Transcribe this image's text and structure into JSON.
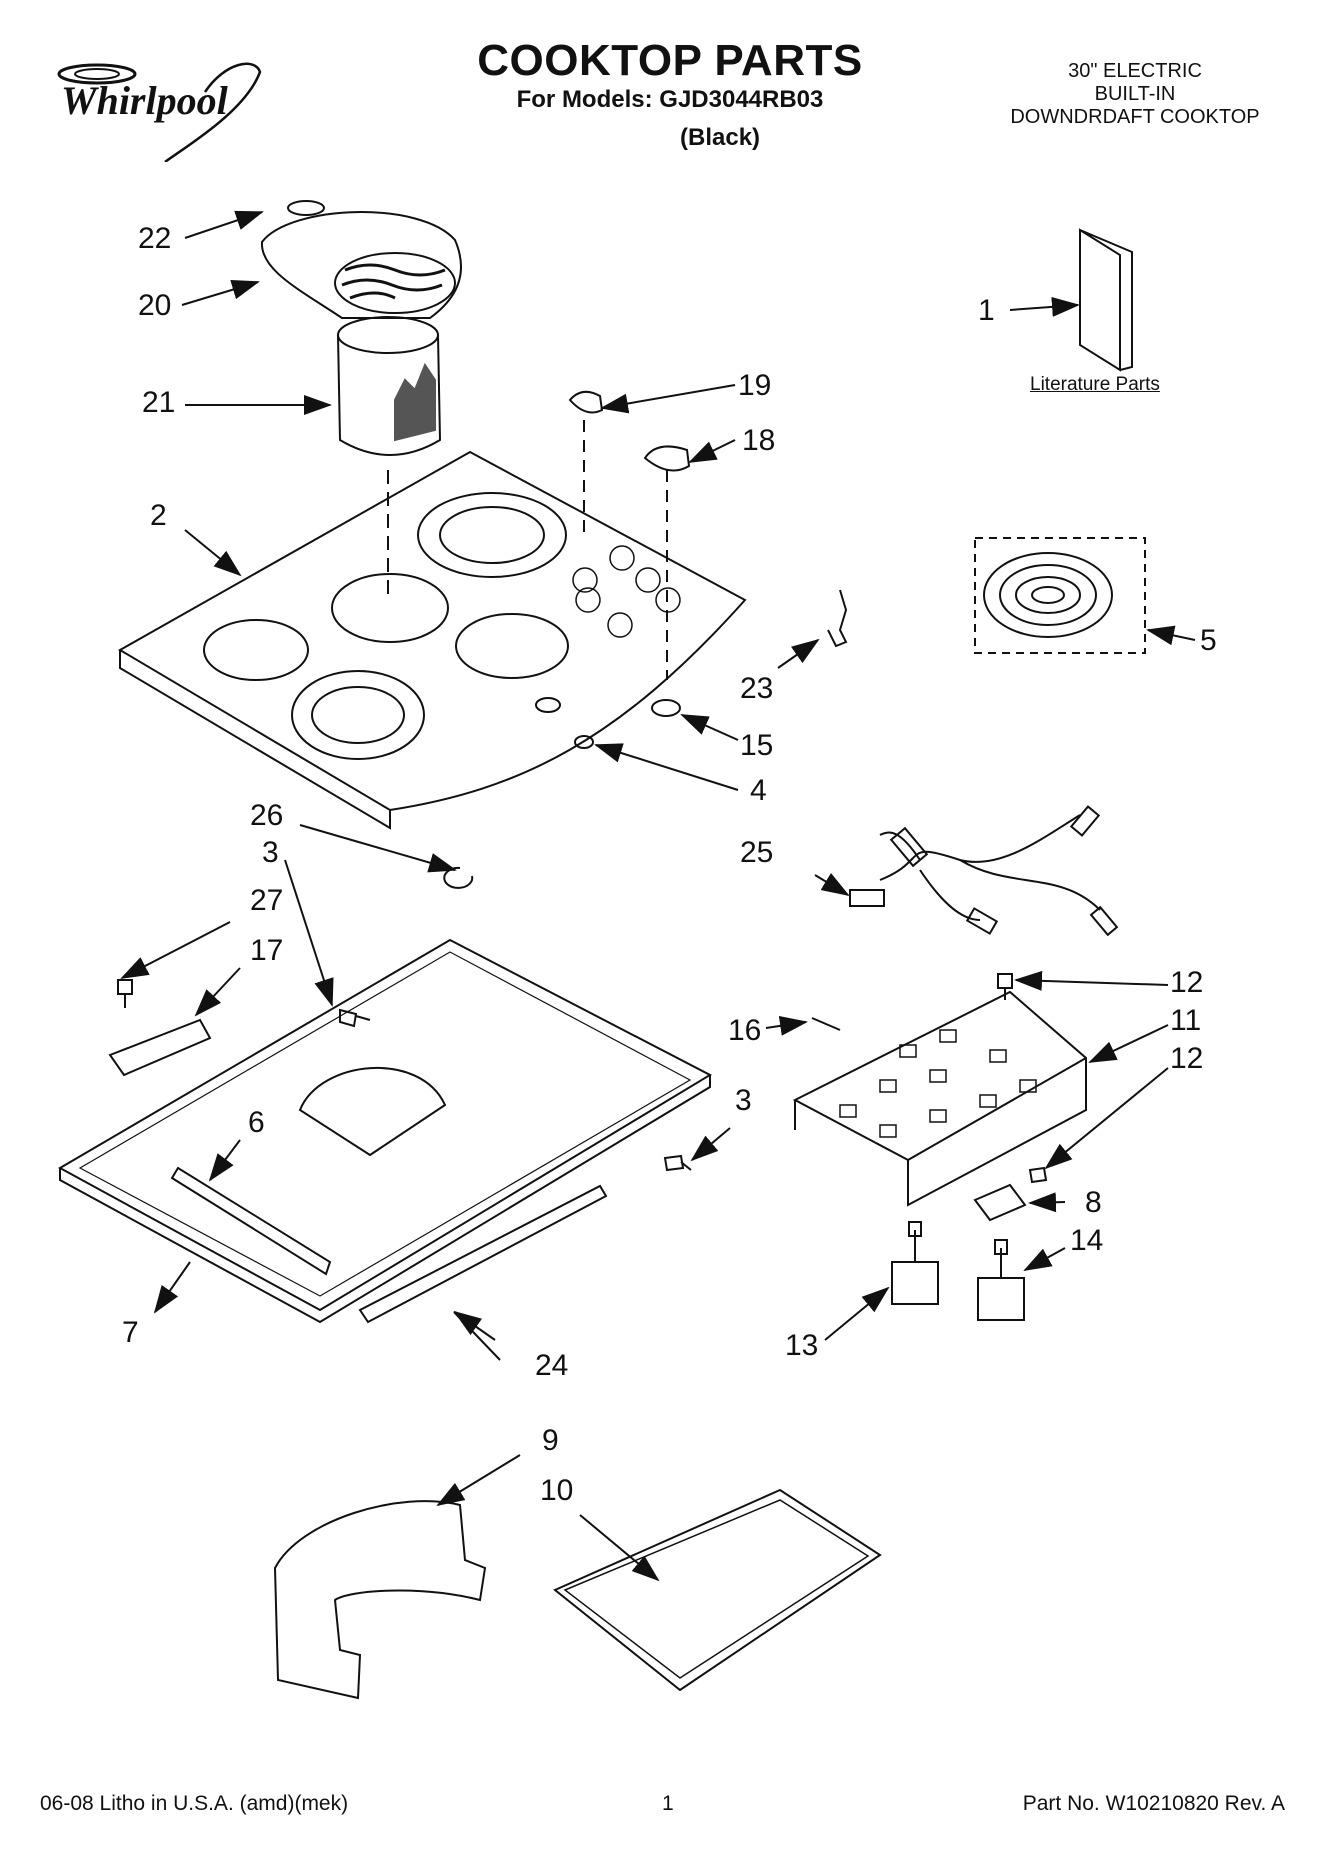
{
  "header": {
    "brand": "Whirlpool",
    "title": "COOKTOP PARTS",
    "models": "For Models: GJD3044RB03",
    "color": "(Black)",
    "spec_line1": "30\" ELECTRIC",
    "spec_line2": "BUILT-IN",
    "spec_line3": "DOWNDRDAFT COOKTOP"
  },
  "literature_label": "Literature Parts",
  "callouts": [
    "1",
    "2",
    "3",
    "3",
    "4",
    "5",
    "6",
    "7",
    "8",
    "9",
    "10",
    "11",
    "12",
    "12",
    "13",
    "14",
    "15",
    "16",
    "17",
    "18",
    "19",
    "20",
    "21",
    "22",
    "23",
    "24",
    "25",
    "26",
    "27"
  ],
  "footer": {
    "left": "06-08 Litho in U.S.A. (amd)(mek)",
    "page": "1",
    "part": "Part No. W10210820 Rev. A"
  }
}
